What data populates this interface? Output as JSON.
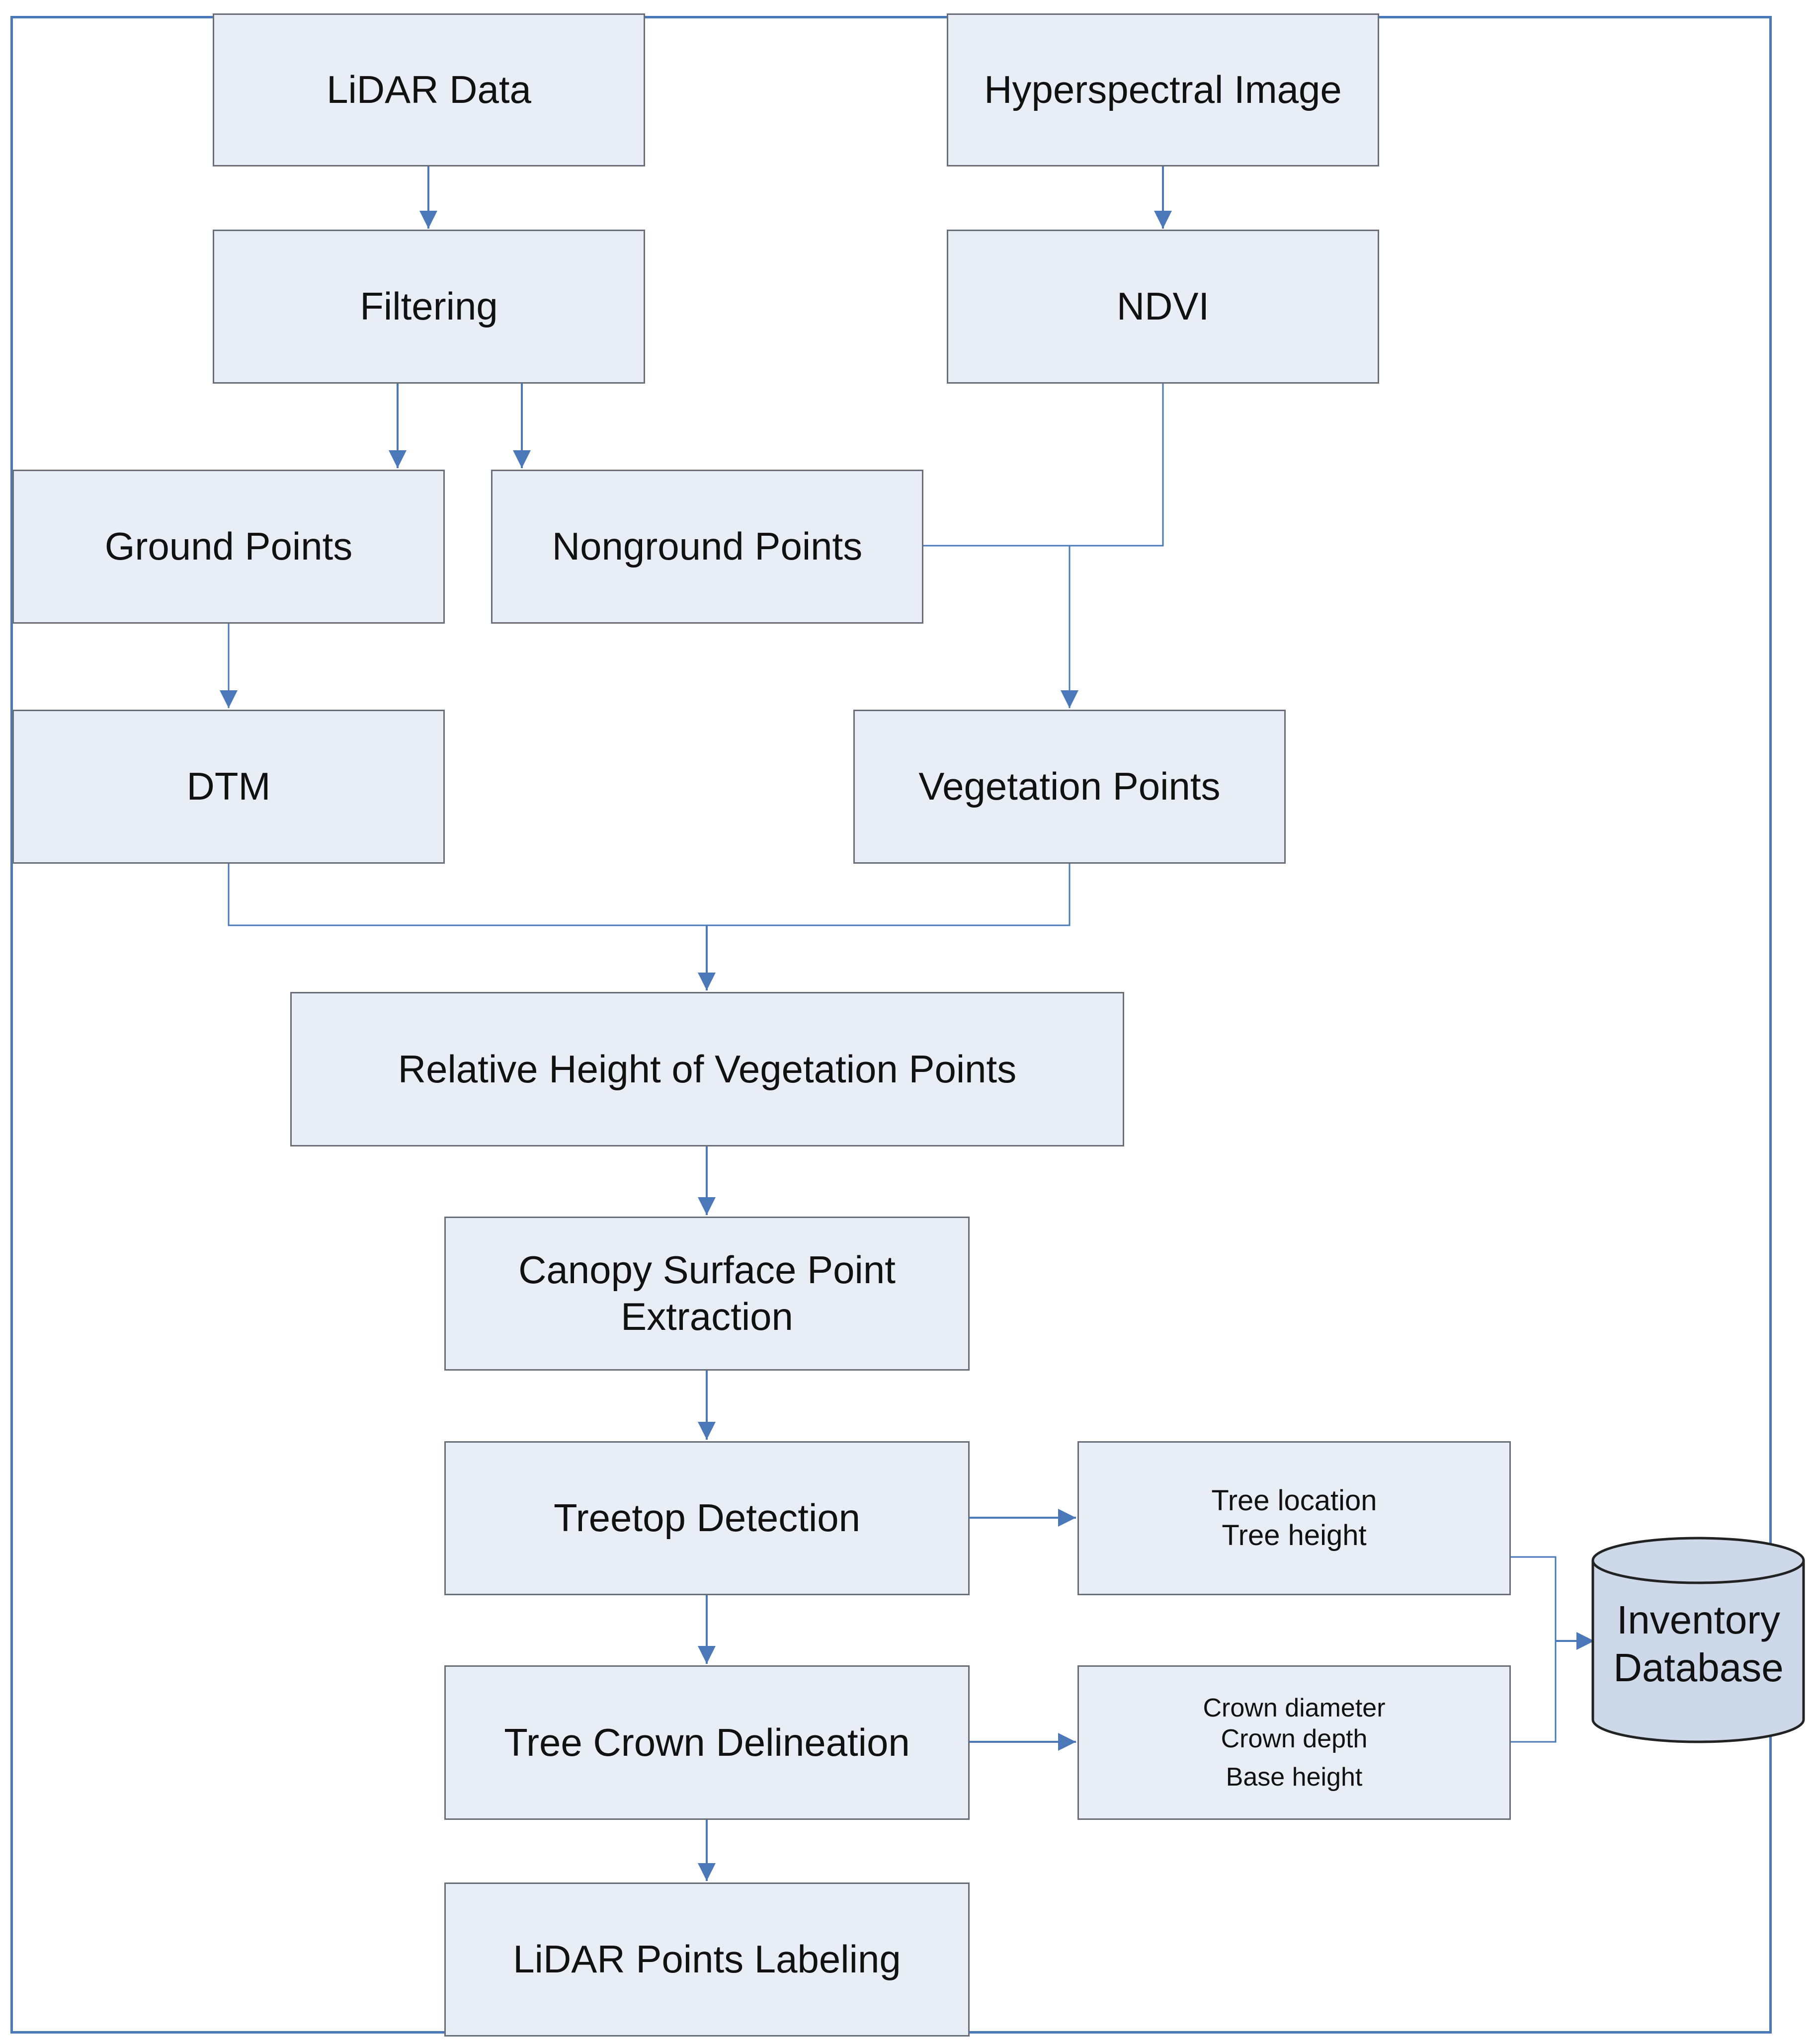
{
  "nodes": {
    "lidar_data": "LiDAR Data",
    "hyperspectral_image": "Hyperspectral Image",
    "filtering": "Filtering",
    "ndvi": "NDVI",
    "ground_points": "Ground Points",
    "nonground_points": "Nonground Points",
    "dtm": "DTM",
    "vegetation_points": "Vegetation Points",
    "relative_height": "Relative Height of Vegetation Points",
    "canopy_surface": {
      "line1": "Canopy Surface Point",
      "line2": "Extraction"
    },
    "treetop_detection": "Treetop Detection",
    "tree_crown_delineation": "Tree Crown Delineation",
    "lidar_points_labeling": "LiDAR Points Labeling",
    "tree_attributes": {
      "line1": "Tree location",
      "line2": "Tree height"
    },
    "crown_attributes": {
      "line1": "Crown diameter",
      "line2": "Crown depth",
      "line3": "Base height"
    },
    "inventory_database": {
      "line1": "Inventory",
      "line2": "Database"
    }
  },
  "colors": {
    "node_fill": "#e9edf5",
    "node_border": "#6a6e78",
    "connector": "#4a78b8",
    "frame": "#4a78b8",
    "database_fill": "#cdd8e8"
  }
}
